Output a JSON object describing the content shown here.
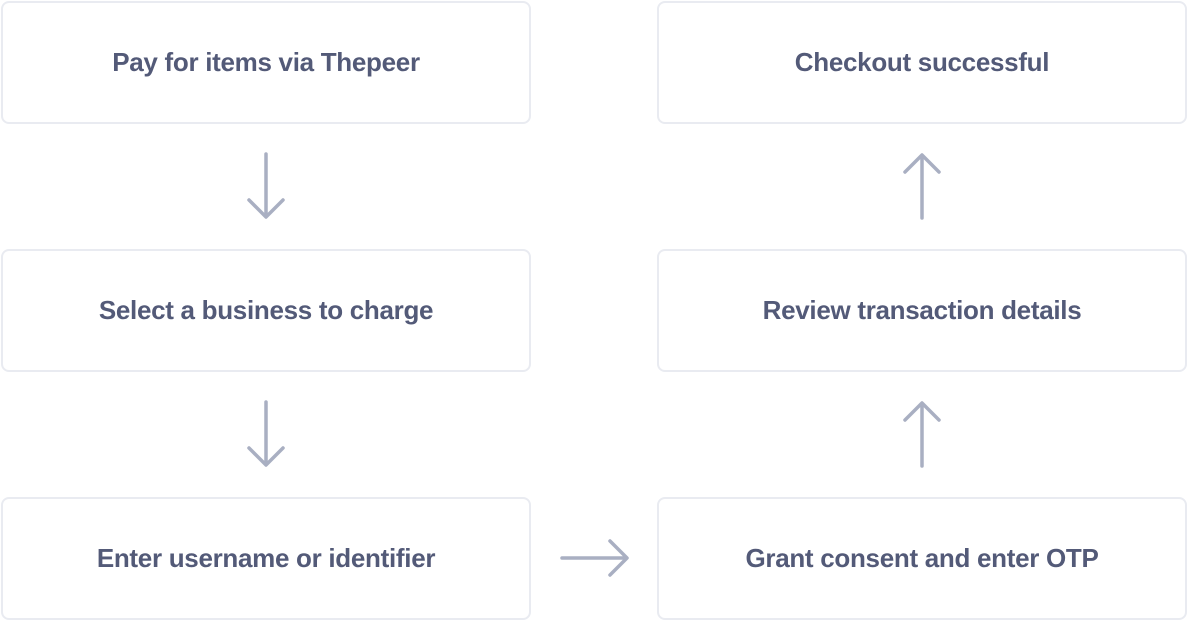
{
  "flow": {
    "steps": [
      {
        "label": "Pay for items via Thepeer"
      },
      {
        "label": "Select a business to charge"
      },
      {
        "label": "Enter username or identifier"
      },
      {
        "label": "Grant consent and enter OTP"
      },
      {
        "label": "Review transaction details"
      },
      {
        "label": "Checkout successful"
      }
    ],
    "colors": {
      "text": "#535a78",
      "border": "#e9ebf1",
      "arrow": "#a9afc2"
    }
  }
}
